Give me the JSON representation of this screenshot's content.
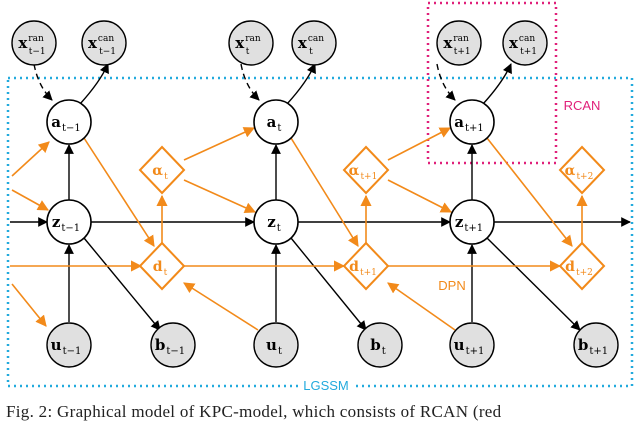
{
  "colors": {
    "lgssm": "#22aadd",
    "rcan": "#e0207a",
    "dpn": "#f28a1a",
    "node_fill": "#e0e0e0",
    "edge": "#000000"
  },
  "regions": {
    "lgssm": "LGSSM",
    "rcan": "RCAN",
    "dpn": "DPN"
  },
  "nodes": {
    "x_ran_tm1": {
      "b": "x",
      "sup": "ran",
      "sub": "t−1"
    },
    "x_can_tm1": {
      "b": "x",
      "sup": "can",
      "sub": "t−1"
    },
    "x_ran_t": {
      "b": "x",
      "sup": "ran",
      "sub": "t"
    },
    "x_can_t": {
      "b": "x",
      "sup": "can",
      "sub": "t"
    },
    "x_ran_tp1": {
      "b": "x",
      "sup": "ran",
      "sub": "t+1"
    },
    "x_can_tp1": {
      "b": "x",
      "sup": "can",
      "sub": "t+1"
    },
    "a_tm1": {
      "b": "a",
      "sub": "t−1"
    },
    "a_t": {
      "b": "a",
      "sub": "t"
    },
    "a_tp1": {
      "b": "a",
      "sub": "t+1"
    },
    "z_tm1": {
      "b": "z",
      "sub": "t−1"
    },
    "z_t": {
      "b": "z",
      "sub": "t"
    },
    "z_tp1": {
      "b": "z",
      "sub": "t+1"
    },
    "u_tm1": {
      "b": "u",
      "sub": "t−1"
    },
    "u_t": {
      "b": "u",
      "sub": "t"
    },
    "u_tp1": {
      "b": "u",
      "sub": "t+1"
    },
    "b_tm1": {
      "b": "b",
      "sub": "t−1"
    },
    "b_t": {
      "b": "b",
      "sub": "t"
    },
    "b_tp1": {
      "b": "b",
      "sub": "t+1"
    },
    "alpha_t": {
      "b": "α",
      "sub": "t"
    },
    "alpha_tp1": {
      "b": "α",
      "sub": "t+1"
    },
    "alpha_tp2": {
      "b": "α",
      "sub": "t+2"
    },
    "d_t": {
      "b": "d",
      "sub": "t"
    },
    "d_tp1": {
      "b": "d",
      "sub": "t+1"
    },
    "d_tp2": {
      "b": "d",
      "sub": "t+2"
    }
  },
  "caption": "Fig. 2: Graphical model of KPC-model, which consists of RCAN (red"
}
